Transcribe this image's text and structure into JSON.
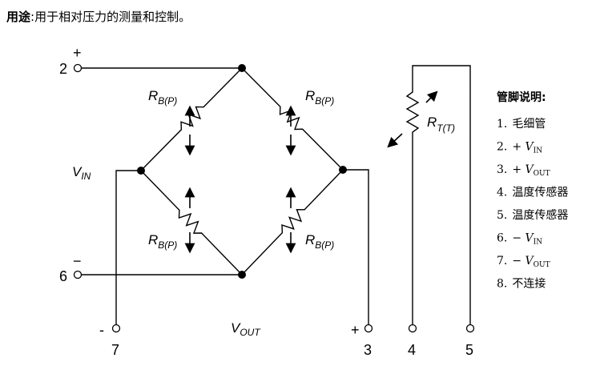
{
  "title": {
    "prefix": "用途",
    "text": ":用于相对压力的测量和控制。"
  },
  "circuit": {
    "pins": {
      "p2": "2",
      "p6": "6",
      "p7": "7",
      "p3": "3",
      "p4": "4",
      "p5": "5"
    },
    "signs": {
      "plus2": "+",
      "minus6": "−",
      "minus7": "-",
      "plus3": "+"
    },
    "resistor_label": {
      "main": "R",
      "sub": "B(P)"
    },
    "temp_resistor_label": {
      "main": "R",
      "sub": "T(T)"
    },
    "vin": {
      "main": "V",
      "sub": "IN"
    },
    "vout": {
      "main": "V",
      "sub": "OUT"
    }
  },
  "legend": {
    "title": "管脚说明:",
    "items": [
      {
        "num": "1.",
        "text": "毛细管",
        "sub": ""
      },
      {
        "num": "2.",
        "text": "+ V",
        "sub": "IN"
      },
      {
        "num": "3.",
        "text": "+ V",
        "sub": "OUT"
      },
      {
        "num": "4.",
        "text": "温度传感器",
        "sub": ""
      },
      {
        "num": "5.",
        "text": "温度传感器",
        "sub": ""
      },
      {
        "num": "6.",
        "text": "− V",
        "sub": "IN"
      },
      {
        "num": "7.",
        "text": "− V",
        "sub": "OUT"
      },
      {
        "num": "8.",
        "text": "不连接",
        "sub": ""
      }
    ]
  }
}
